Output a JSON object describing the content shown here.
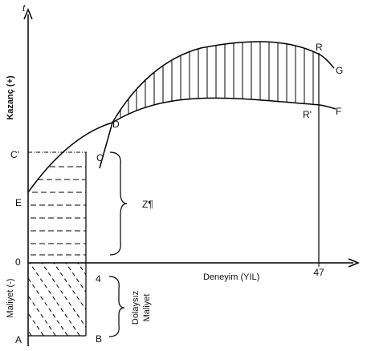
{
  "axes": {
    "y_top_symbol": "t",
    "y_positive_label": "Kazanç (+)",
    "y_negative_label": "Maliyet (-)",
    "x_label": "Deneyim (YIL)",
    "x_tick_end": "47"
  },
  "points": {
    "C_prime": "C'",
    "E": "E",
    "origin": "0",
    "A": "A",
    "C": "C",
    "four": "4",
    "B": "B",
    "D": "D",
    "R": "R",
    "G": "G",
    "R_prime": "R'",
    "F": "F"
  },
  "annotations": {
    "brace_upper": "Z¶",
    "brace_lower_1": "Dolaysız",
    "brace_lower_2": "Maliyet"
  }
}
